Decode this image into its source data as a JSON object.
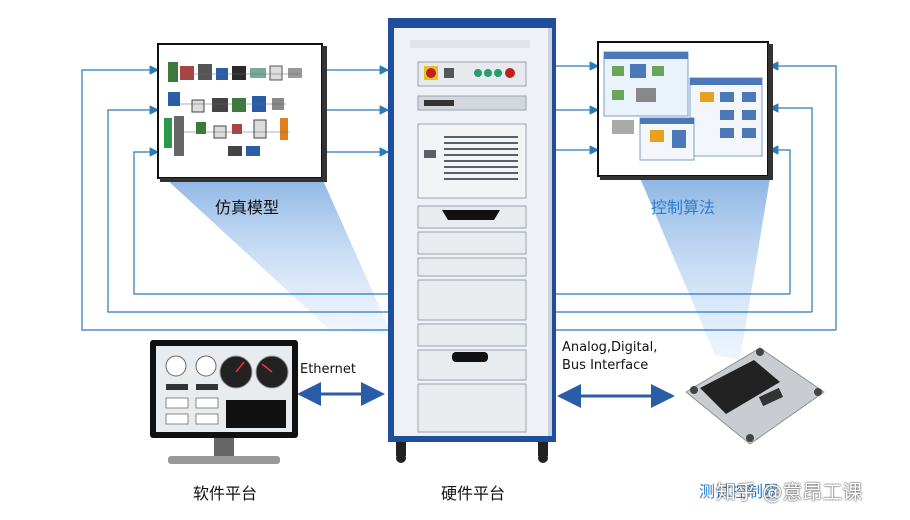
{
  "labels": {
    "sim_model": "仿真模型",
    "control_algo": "控制算法",
    "software_platform": "软件平台",
    "hardware_platform": "硬件平台",
    "ecu_label": "测试控制器",
    "ethernet": "Ethernet",
    "analog_line1": "Analog,Digital,",
    "analog_line2": "Bus Interface",
    "watermark": "知乎 @意昂工课"
  },
  "colors": {
    "line_blue": "#2a79b8",
    "rack_blue": "#1f4f9a",
    "beam_blue": "#8fb9e8",
    "label_accent": "#2a7fd0"
  }
}
